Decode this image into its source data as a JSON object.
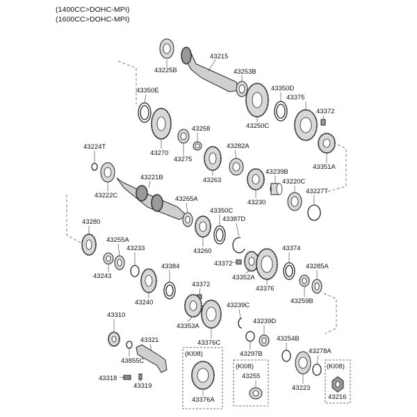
{
  "header": {
    "line1": "(1400CC>DOHC-MPI)",
    "line2": "(1600CC>DOHC-MPI)"
  },
  "parts": [
    {
      "id": "p43215",
      "text": "43215"
    },
    {
      "id": "p43225B",
      "text": "43225B"
    },
    {
      "id": "p43253B",
      "text": "43253B"
    },
    {
      "id": "p43350E",
      "text": "43350E"
    },
    {
      "id": "p43350D",
      "text": "43350D"
    },
    {
      "id": "p43375",
      "text": "43375"
    },
    {
      "id": "p43372a",
      "text": "43372"
    },
    {
      "id": "p43250C",
      "text": "43250C"
    },
    {
      "id": "p43258",
      "text": "43258"
    },
    {
      "id": "p43270",
      "text": "43270"
    },
    {
      "id": "p43275",
      "text": "43275"
    },
    {
      "id": "p43351A",
      "text": "43351A"
    },
    {
      "id": "p43224T",
      "text": "43224T"
    },
    {
      "id": "p43282A",
      "text": "43282A"
    },
    {
      "id": "p43221B",
      "text": "43221B"
    },
    {
      "id": "p43239B",
      "text": "43239B"
    },
    {
      "id": "p43263",
      "text": "43263"
    },
    {
      "id": "p43220C",
      "text": "43220C"
    },
    {
      "id": "p43222C",
      "text": "43222C"
    },
    {
      "id": "p43227T",
      "text": "43227T"
    },
    {
      "id": "p43230",
      "text": "43230"
    },
    {
      "id": "p43265A",
      "text": "43265A"
    },
    {
      "id": "p43350C",
      "text": "43350C"
    },
    {
      "id": "p43387D",
      "text": "43387D"
    },
    {
      "id": "p43280",
      "text": "43280"
    },
    {
      "id": "p43260",
      "text": "43260"
    },
    {
      "id": "p43255A",
      "text": "43255A"
    },
    {
      "id": "p43233",
      "text": "43233"
    },
    {
      "id": "p43374",
      "text": "43374"
    },
    {
      "id": "p43372b",
      "text": "43372"
    },
    {
      "id": "p43285A",
      "text": "43285A"
    },
    {
      "id": "p43243",
      "text": "43243"
    },
    {
      "id": "p43384",
      "text": "43384"
    },
    {
      "id": "p43352A",
      "text": "43352A"
    },
    {
      "id": "p43376",
      "text": "43376"
    },
    {
      "id": "p43259B",
      "text": "43259B"
    },
    {
      "id": "p43372c",
      "text": "43372"
    },
    {
      "id": "p43240",
      "text": "43240"
    },
    {
      "id": "p43239C",
      "text": "43239C"
    },
    {
      "id": "p43310",
      "text": "43310"
    },
    {
      "id": "p43353A",
      "text": "43353A"
    },
    {
      "id": "p43239D",
      "text": "43239D"
    },
    {
      "id": "p43254B",
      "text": "43254B"
    },
    {
      "id": "p43321",
      "text": "43321"
    },
    {
      "id": "p43376C",
      "text": "43376C"
    },
    {
      "id": "p43297B",
      "text": "43297B"
    },
    {
      "id": "p43278A",
      "text": "43278A"
    },
    {
      "id": "p43855C",
      "text": "43855C"
    },
    {
      "id": "p43255",
      "text": "43255"
    },
    {
      "id": "p43318",
      "text": "43318"
    },
    {
      "id": "p43223",
      "text": "43223"
    },
    {
      "id": "p43319",
      "text": "43319"
    },
    {
      "id": "p43216",
      "text": "43216"
    },
    {
      "id": "p43376A",
      "text": "43376A"
    }
  ],
  "kits": [
    {
      "id": "kit1",
      "text": "(KI08)"
    },
    {
      "id": "kit2",
      "text": "(KI08)"
    },
    {
      "id": "kit3",
      "text": "(KI08)"
    }
  ]
}
